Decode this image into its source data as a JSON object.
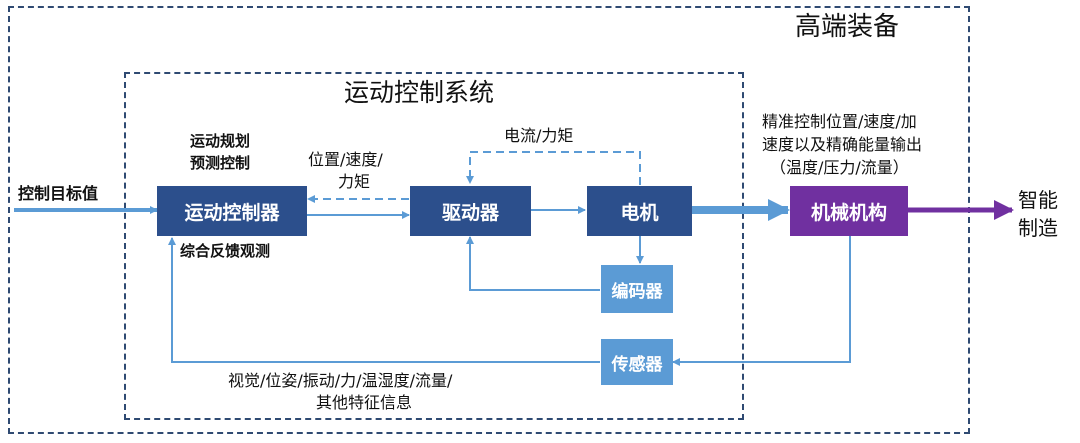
{
  "outer": {
    "title": "高端装备"
  },
  "system": {
    "title": "运动控制系统"
  },
  "blocks": {
    "controller": "运动控制器",
    "driver": "驱动器",
    "motor": "电机",
    "encoder": "编码器",
    "sensor": "传感器",
    "mechanism": "机械机构"
  },
  "labels": {
    "input": "控制目标值",
    "output_line1": "智能",
    "output_line2": "制造",
    "planning_line1": "运动规划",
    "planning_line2": "预测控制",
    "feedback": "综合反馈观测",
    "pos_speed_line1": "位置/速度/",
    "pos_speed_line2": "力矩",
    "current_torque": "电流/力矩",
    "precise_line1": "精准控制位置/速度/加",
    "precise_line2": "速度以及精确能量输出",
    "precise_line3": "（温度/压力/流量）",
    "sensing_line1": "视觉/位姿/振动/力/温湿度/流量/",
    "sensing_line2": "其他特征信息"
  },
  "colors": {
    "dark_block": "#2c4f8c",
    "light_block": "#5b9bd5",
    "mechanism": "#7030a0",
    "arrow": "#5b9bd5",
    "frame": "#2f4a72"
  }
}
